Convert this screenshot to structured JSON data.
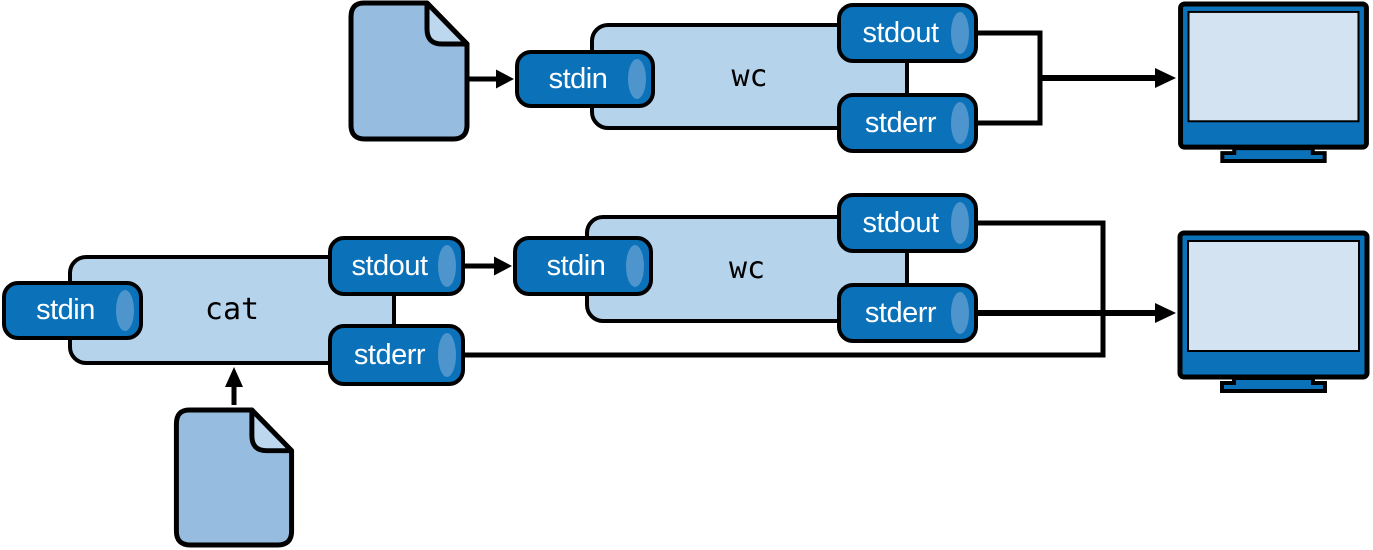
{
  "top_pipeline": {
    "stdin_label": "stdin",
    "process_label": "wc",
    "stdout_label": "stdout",
    "stderr_label": "stderr",
    "source_icon": "file-icon",
    "sink_icon": "monitor-icon"
  },
  "bottom_pipeline": {
    "cat": {
      "stdin_label": "stdin",
      "process_label": "cat",
      "stdout_label": "stdout",
      "stderr_label": "stderr",
      "source_icon": "file-icon"
    },
    "wc": {
      "stdin_label": "stdin",
      "process_label": "wc",
      "stdout_label": "stdout",
      "stderr_label": "stderr",
      "sink_icon": "monitor-icon"
    }
  },
  "colors": {
    "stream_fill": "#0b71b8",
    "stream_cap": "#4d95cc",
    "process_fill": "#b5d3eb",
    "file_fill": "#96bde0",
    "file_fold": "#bcd7ee",
    "monitor_fill": "#0b71b8",
    "screen_fill": "#d4e3f1",
    "line_color": "#000000"
  }
}
